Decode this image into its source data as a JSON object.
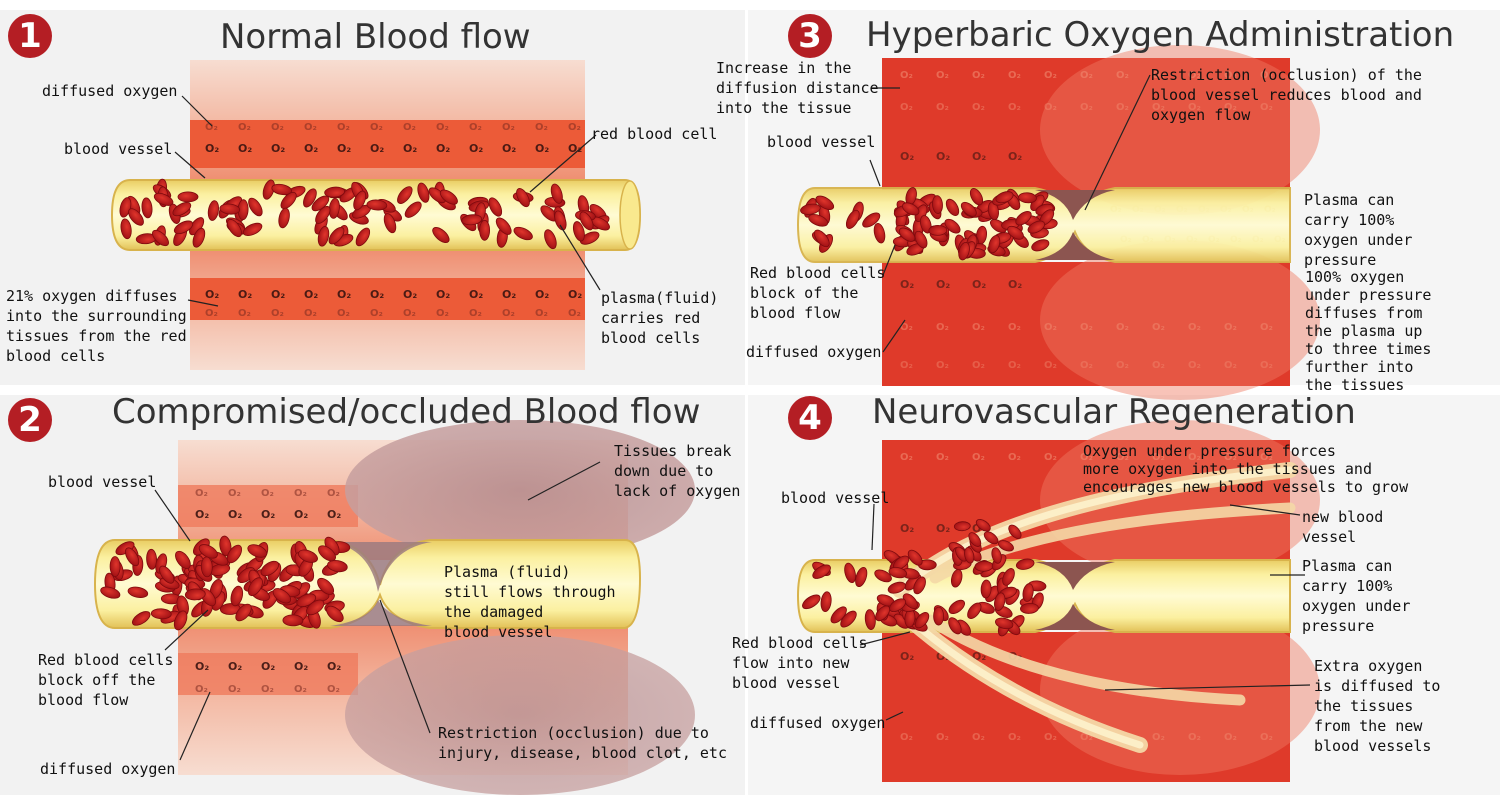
{
  "palette": {
    "tissue_light": "#f6d7ca",
    "tissue_mid": "#ef9478",
    "tissue_deep": "#e0452c",
    "tissue_red": "#d92c22",
    "oxygen_band": "#ec5a36",
    "plasma": "#fbf3a0",
    "plasma_edge": "#e7c95a",
    "rbc": "#c4151b",
    "rbc_dark": "#8e0c10",
    "badge": "#b41e24",
    "text": "#111111",
    "title": "#333333"
  },
  "oxygen_symbol": "O₂",
  "panels": [
    {
      "number": "1",
      "title": "Normal Blood flow",
      "labels": {
        "diffused_oxygen": "diffused oxygen",
        "blood_vessel": "blood vessel",
        "red_blood_cell": "red blood cell",
        "tissue_diffusion": "21% oxygen diffuses\ninto the surrounding\ntissues from the red\nblood cells",
        "plasma": "plasma(fluid)\ncarries red\nblood cells"
      }
    },
    {
      "number": "2",
      "title": "Compromised/occluded  Blood flow",
      "labels": {
        "blood_vessel": "blood vessel",
        "tissues_break": "Tissues break\ndown due to\nlack of oxygen",
        "plasma_flows": "Plasma (fluid)\nstill flows through\nthe damaged\nblood vessel",
        "rbc_block": "Red blood cells\nblock off the\nblood flow",
        "restriction": "Restriction (occlusion) due to\ninjury, disease, blood clot, etc",
        "diffused_oxygen": "diffused oxygen"
      }
    },
    {
      "number": "3",
      "title": "Hyperbaric Oxygen Administration",
      "labels": {
        "diffusion_distance": "Increase in the\ndiffusion distance\ninto the tissue",
        "restriction": "Restriction (occlusion) of the\nblood vessel reduces blood and\noxygen flow",
        "blood_vessel": "blood vessel",
        "plasma_carry": "Plasma can\ncarry 100%\noxygen under\npressure",
        "rbc_block": "Red blood cells\nblock of the\nblood flow",
        "oxygen_pressure": "100% oxygen\nunder pressure\ndiffuses from\nthe plasma up\nto three times\nfurther into\nthe tissues",
        "diffused_oxygen": "diffused oxygen"
      }
    },
    {
      "number": "4",
      "title": "Neurovascular Regeneration",
      "labels": {
        "oxygen_forces": "Oxygen under pressure forces\nmore oxygen into the tissues and\nencourages new blood vessels to grow",
        "blood_vessel": "blood vessel",
        "new_vessel": "new blood\nvessel",
        "plasma_carry": "Plasma can\ncarry 100%\noxygen under\npressure",
        "rbc_flow": "Red blood cells\nflow into new\nblood vessel",
        "extra_oxygen": "Extra oxygen\nis diffused to\nthe tissues\nfrom the new\nblood vessels",
        "diffused_oxygen": "diffused oxygen"
      }
    }
  ]
}
